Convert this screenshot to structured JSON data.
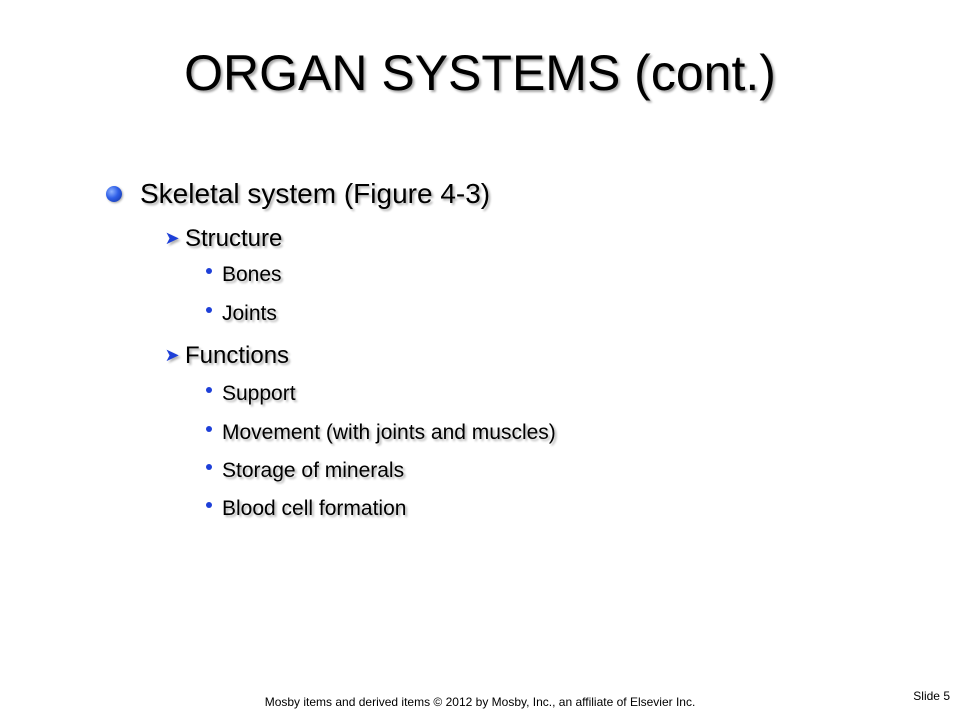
{
  "slide": {
    "title": "ORGAN SYSTEMS (cont.)",
    "accent_color": "#1d3fd8",
    "main_item": {
      "label": "Skeletal system (Figure 4-3)",
      "bullet": "blue-round-bullet-icon"
    },
    "sections": [
      {
        "label": "Structure",
        "bullet": "arrow-bullet-icon",
        "items": [
          "Bones",
          "Joints"
        ]
      },
      {
        "label": "Functions",
        "bullet": "arrow-bullet-icon",
        "items": [
          "Support",
          "Movement (with joints and muscles)",
          "Storage of minerals",
          "Blood cell formation"
        ]
      }
    ],
    "footer": "Mosby items and derived items © 2012 by Mosby, Inc., an affiliate of Elsevier Inc.",
    "slide_number": "Slide 5"
  }
}
